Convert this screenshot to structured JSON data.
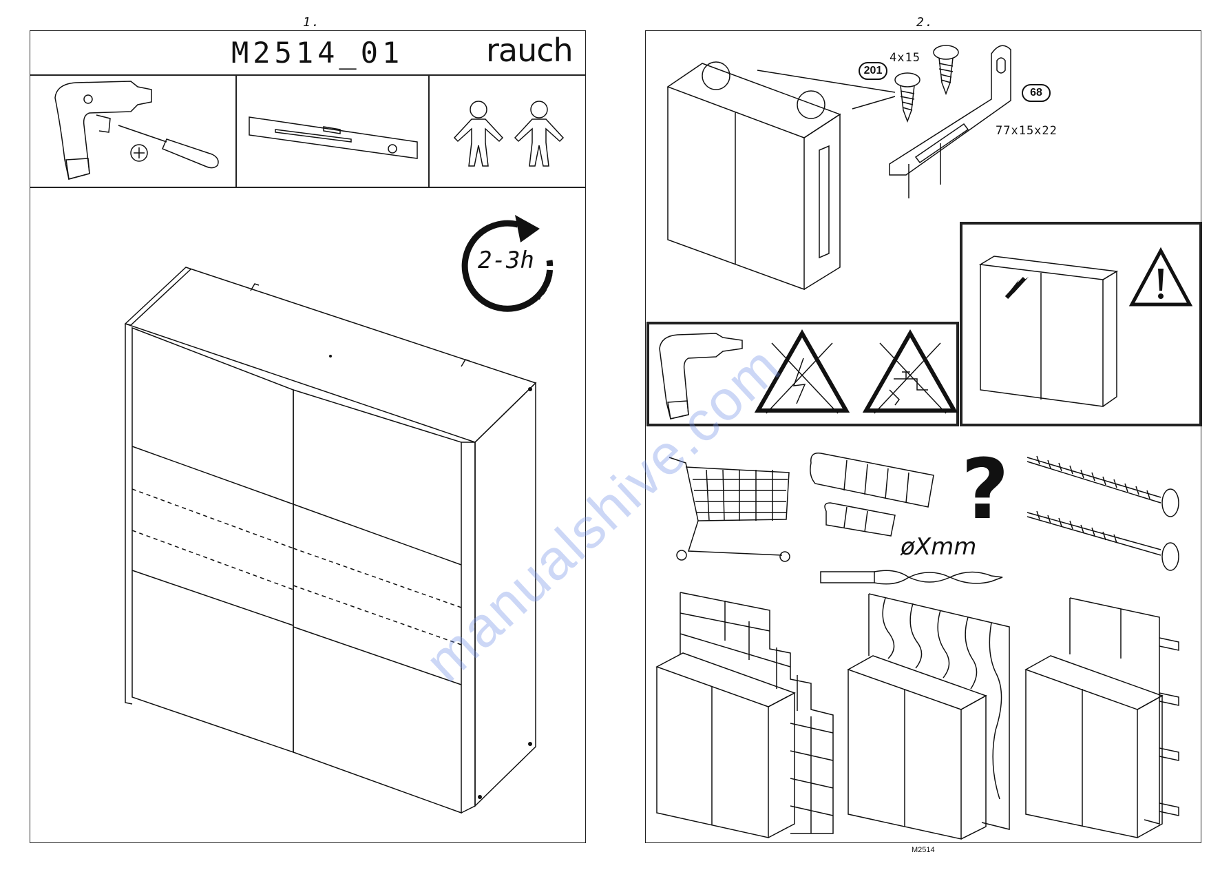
{
  "left_page": {
    "page_number": "1.",
    "model_code": "M2514_01",
    "brand": "rauch",
    "assembly_time": "2-3h",
    "tools": [
      "cordless-drill",
      "screwdriver",
      "spirit-level",
      "two-people"
    ]
  },
  "right_page": {
    "page_number": "2.",
    "screw_label": "201",
    "screw_size": "4x15",
    "bracket_label": "68",
    "bracket_size": "77x15x22",
    "drill_size": "øXmm",
    "question_mark": "?",
    "warnings": [
      "no-electric-cables",
      "no-water-pipes",
      "tipping-hazard"
    ],
    "wall_types": [
      "brick-wall",
      "wood-wall",
      "stud-wall"
    ]
  },
  "footer_code": "M2514",
  "watermark": "manualshive.com",
  "colors": {
    "line": "#111111",
    "watermark": "#6e8ce6"
  }
}
